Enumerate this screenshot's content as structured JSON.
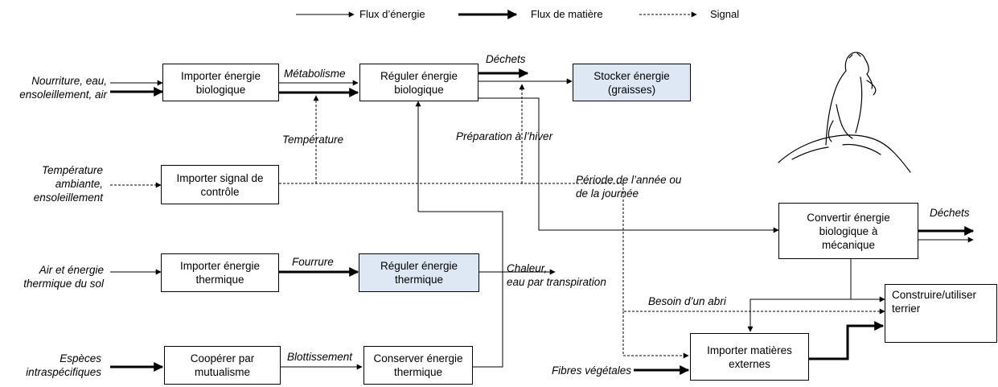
{
  "legend": {
    "energy": "Flux d’énergie",
    "matter": "Flux de matière",
    "signal": "Signal"
  },
  "inputs": {
    "food": "Nourriture, eau,\nensoleillement, air",
    "temperature": "Température\nambiante,\nensoleillement",
    "air": "Air et énergie\nthermique du sol",
    "species": "Espèces\nintraspécifiques",
    "fibres": "Fibres végétales"
  },
  "boxes": {
    "import_bio": "Importer énergie\nbiologique",
    "regulate_bio": "Réguler énergie\nbiologique",
    "store": "Stocker énergie\n(graisses)",
    "import_signal": "Importer signal de\ncontrôle",
    "import_thermal": "Importer énergie\nthermique",
    "regulate_thermal": "Réguler énergie\nthermique",
    "cooperate": "Coopérer par\nmutualisme",
    "conserve": "Conserver énergie\nthermique",
    "convert": "Convertir énergie\nbiologique à\nmécanique",
    "import_external": "Importer matières\nexternes",
    "burrow": "Construire/utiliser\nterrier"
  },
  "labels": {
    "metabolism": "Métabolisme",
    "waste1": "Déchets",
    "temperature": "Température",
    "winter": "Préparation à l’hiver",
    "period": "Période de l’année ou\nde la journée",
    "waste2": "Déchets",
    "fur": "Fourrure",
    "heat": "Chaleur,\neau par transpiration",
    "shelter": "Besoin d’un abri",
    "huddle": "Blottissement"
  }
}
